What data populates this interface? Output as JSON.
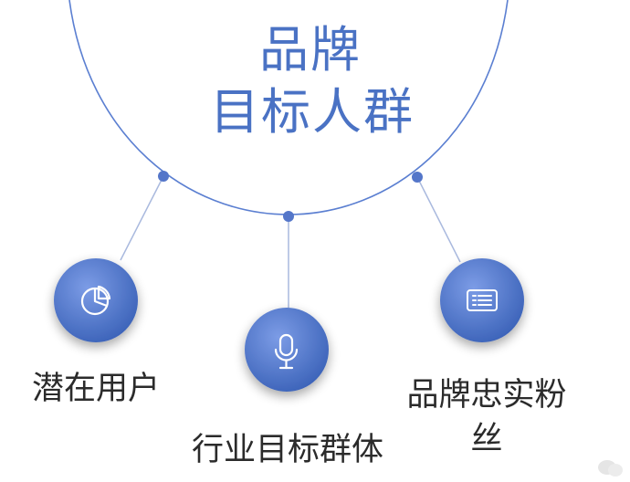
{
  "title": {
    "line1": "品牌",
    "line2": "目标人群"
  },
  "nodes": [
    {
      "id": "left",
      "label": "潜在用户",
      "icon": "pie-chart-icon"
    },
    {
      "id": "middle",
      "label": "行业目标群体",
      "icon": "microphone-icon"
    },
    {
      "id": "right",
      "label_line1": "品牌忠实粉",
      "label_line2": "丝",
      "icon": "list-card-icon"
    }
  ],
  "colors": {
    "title_text": "#4a72c4",
    "arc_line": "#5b7fd1",
    "node_fill_top": "#6a8fe0",
    "node_fill_bottom": "#3d63b8",
    "label_text": "#2b2b2b",
    "connector": "#9fb2de"
  }
}
